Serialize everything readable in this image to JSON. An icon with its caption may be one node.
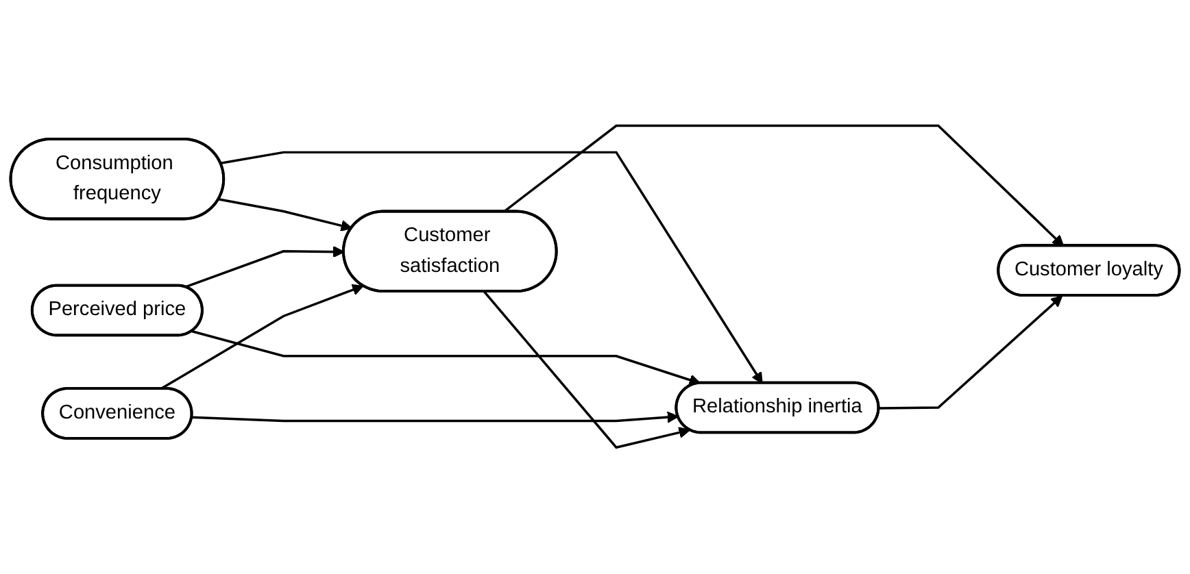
{
  "diagram": {
    "nodes": [
      {
        "text": [
          "Consumption frequency"
        ]
      },
      {
        "text": [
          "Perceived price"
        ]
      },
      {
        "text": [
          "Convenience"
        ]
      },
      {
        "text": [
          "Customer satisfaction"
        ]
      },
      {
        "text": [
          "Relationship inertia"
        ]
      },
      {
        "text": [
          "Customer loyalty"
        ]
      }
    ],
    "edges": [
      {
        "from": 0,
        "to": 3,
        "arrow": "to"
      },
      {
        "from": 0,
        "to": 4,
        "arrow": "to"
      },
      {
        "from": 1,
        "to": 3,
        "arrow": "to"
      },
      {
        "from": 1,
        "to": 4,
        "arrow": "to"
      },
      {
        "from": 2,
        "to": 3,
        "arrow": "to"
      },
      {
        "from": 2,
        "to": 4,
        "arrow": "to"
      },
      {
        "from": 3,
        "to": 4,
        "arrow": "to"
      },
      {
        "from": 3,
        "to": 5,
        "arrow": "to"
      },
      {
        "from": 4,
        "to": 5,
        "arrow": "to"
      }
    ]
  }
}
